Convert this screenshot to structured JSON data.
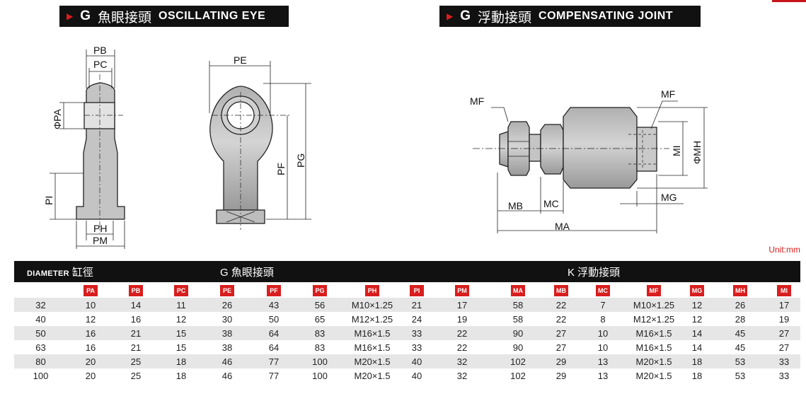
{
  "left_title": {
    "arrow": "▶",
    "letter": "G",
    "cn": "魚眼接頭",
    "en": "OSCILLATING EYE"
  },
  "right_title": {
    "arrow": "▶",
    "letter": "G",
    "cn": "浮動接頭",
    "en": "COMPENSATING JOINT"
  },
  "dim_labels": {
    "PB": "PB",
    "PC": "PC",
    "PA": "ΦPA",
    "PI": "PI",
    "PH": "PH",
    "PM": "PM",
    "PE": "PE",
    "PF": "PF",
    "PG": "PG",
    "MF1": "MF",
    "MF2": "MF",
    "MB": "MB",
    "MC": "MC",
    "MA": "MA",
    "MG": "MG",
    "MI": "MI",
    "MH": "ΦMH"
  },
  "unit": "Unit:mm",
  "table": {
    "diameter_en": "DIAMETER",
    "diameter_cn": "缸徑",
    "group_g": "G 魚眼接頭",
    "group_k": "K 浮動接頭",
    "columns": [
      "PA",
      "PB",
      "PC",
      "PE",
      "PF",
      "PG",
      "PH",
      "PI",
      "PM",
      "MA",
      "MB",
      "MC",
      "MF",
      "MG",
      "MH",
      "MI"
    ],
    "rows": [
      [
        "32",
        "10",
        "14",
        "11",
        "26",
        "43",
        "56",
        "M10×1.25",
        "21",
        "17",
        "58",
        "22",
        "7",
        "M10×1.25",
        "12",
        "26",
        "17"
      ],
      [
        "40",
        "12",
        "16",
        "12",
        "30",
        "50",
        "65",
        "M12×1.25",
        "24",
        "19",
        "58",
        "22",
        "8",
        "M12×1.25",
        "12",
        "28",
        "19"
      ],
      [
        "50",
        "16",
        "21",
        "15",
        "38",
        "64",
        "83",
        "M16×1.5",
        "33",
        "22",
        "90",
        "27",
        "10",
        "M16×1.5",
        "14",
        "45",
        "27"
      ],
      [
        "63",
        "16",
        "21",
        "15",
        "38",
        "64",
        "83",
        "M16×1.5",
        "33",
        "22",
        "90",
        "27",
        "10",
        "M16×1.5",
        "14",
        "45",
        "27"
      ],
      [
        "80",
        "20",
        "25",
        "18",
        "46",
        "77",
        "100",
        "M20×1.5",
        "40",
        "32",
        "102",
        "29",
        "13",
        "M20×1.5",
        "18",
        "53",
        "33"
      ],
      [
        "100",
        "20",
        "25",
        "18",
        "46",
        "77",
        "100",
        "M20×1.5",
        "40",
        "32",
        "102",
        "29",
        "13",
        "M20×1.5",
        "18",
        "53",
        "33"
      ]
    ]
  }
}
